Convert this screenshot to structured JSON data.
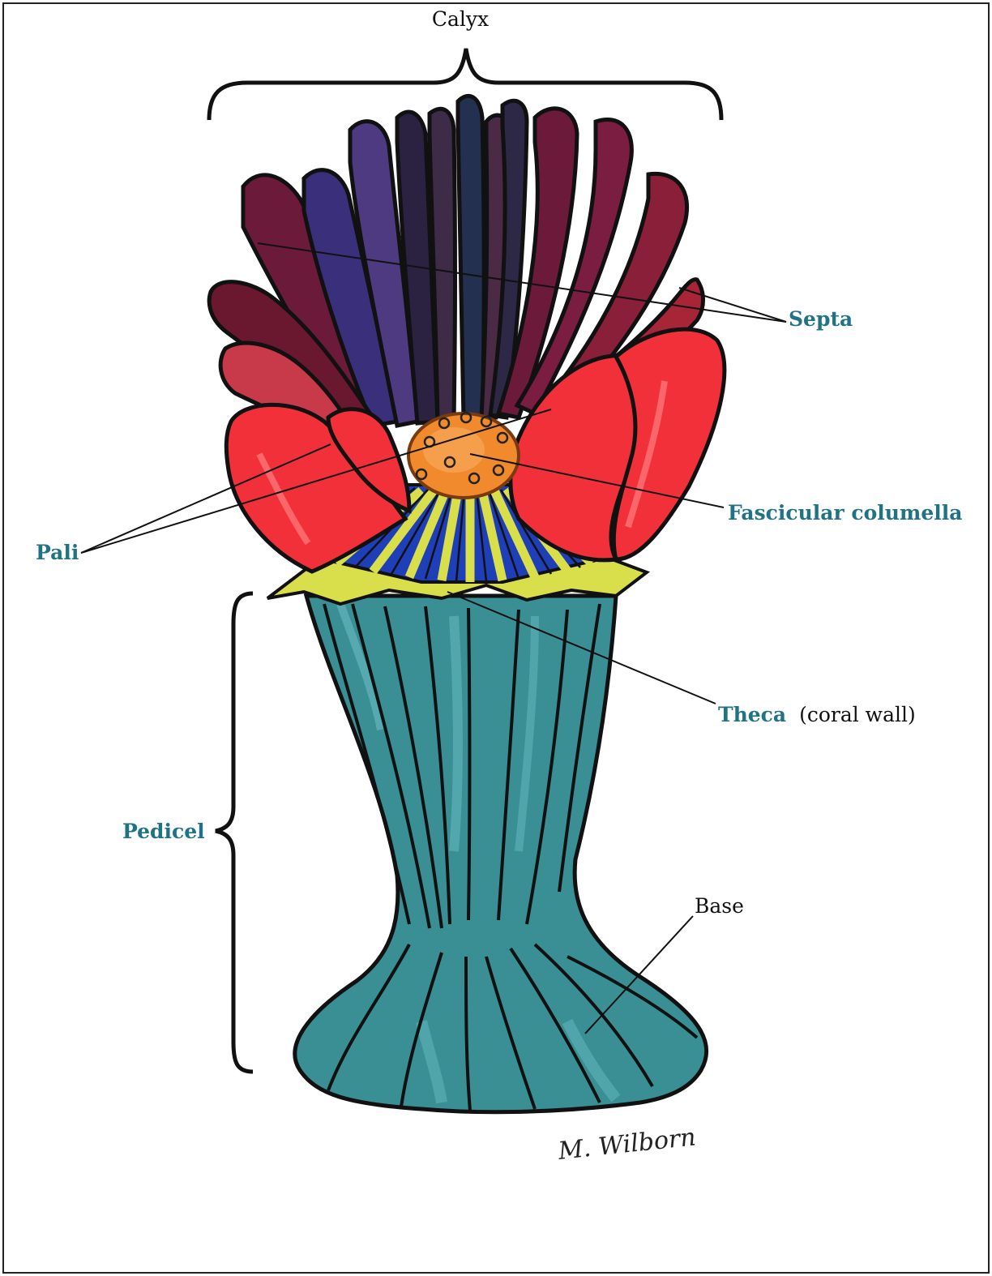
{
  "labels": {
    "calyx": "Calyx",
    "septa": "Septa",
    "fascicular_columella": "Fascicular columella",
    "pali": "Pali",
    "theca": "Theca",
    "theca_note": "(coral wall)",
    "pedicel": "Pedicel",
    "base": "Base"
  },
  "signature": "M. Wilborn",
  "colors": {
    "label_accent": "#1f7384",
    "label_plain": "#111111",
    "pali_red": "#f2303a",
    "septa_maroon": "#6b1a3a",
    "septa_purple": "#4e3a80",
    "septa_dark": "#2a2240",
    "columella_orange": "#f08a2c",
    "theca_yellow": "#d9df4a",
    "theca_blue": "#1f3fb8",
    "pedicel_teal": "#3a8f95"
  }
}
